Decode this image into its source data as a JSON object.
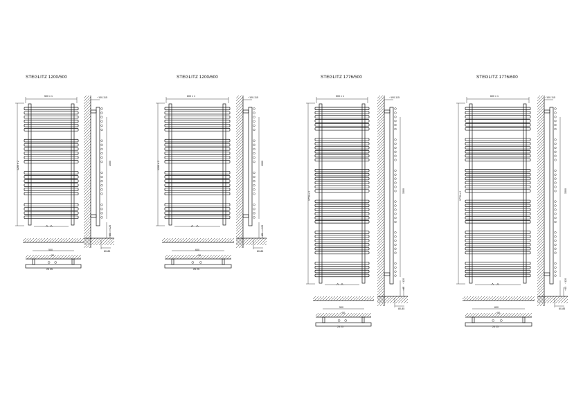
{
  "drawings": [
    {
      "title": "STEGLITZ 1200/500",
      "width_dim": "500 ± 1",
      "height_dim": "1200 ± 2",
      "wall_dim": "~100-115",
      "center_dim": "1000",
      "bottom_dims": [
        "~65",
        "~120"
      ],
      "floor_dim": "80-85",
      "plan_dims": [
        "500",
        "~50"
      ],
      "plan_bottom": "25  25",
      "bars_per_group": [
        6,
        6,
        6,
        4
      ]
    },
    {
      "title": "STEGLITZ 1200/600",
      "width_dim": "600 ± 1",
      "height_dim": "1200 ± 2",
      "wall_dim": "~100-115",
      "center_dim": "1000",
      "bottom_dims": [
        "~65",
        "~120"
      ],
      "floor_dim": "80-85",
      "plan_dims": [
        "600",
        "~50"
      ],
      "plan_bottom": "25  25",
      "bars_per_group": [
        6,
        6,
        6,
        4
      ]
    },
    {
      "title": "STEGLITZ 1776/500",
      "width_dim": "500 ± 1",
      "height_dim": "1776 ± 2",
      "wall_dim": "~100-115",
      "center_dim": "1500",
      "bottom_dims": [
        "~65",
        "~120"
      ],
      "floor_dim": "80-85",
      "plan_dims": [
        "500",
        "~50"
      ],
      "plan_bottom": "25  25",
      "bars_per_group": [
        6,
        6,
        6,
        6,
        6,
        4
      ]
    },
    {
      "title": "STEGLITZ 1776/600",
      "width_dim": "600 ± 1",
      "height_dim": "1776 ± 2",
      "wall_dim": "~100-115",
      "center_dim": "1500",
      "bottom_dims": [
        "~65",
        "~120"
      ],
      "floor_dim": "80-85",
      "plan_dims": [
        "600",
        "~50"
      ],
      "plan_bottom": "25  25",
      "bars_per_group": [
        6,
        6,
        6,
        6,
        6,
        4
      ]
    }
  ]
}
